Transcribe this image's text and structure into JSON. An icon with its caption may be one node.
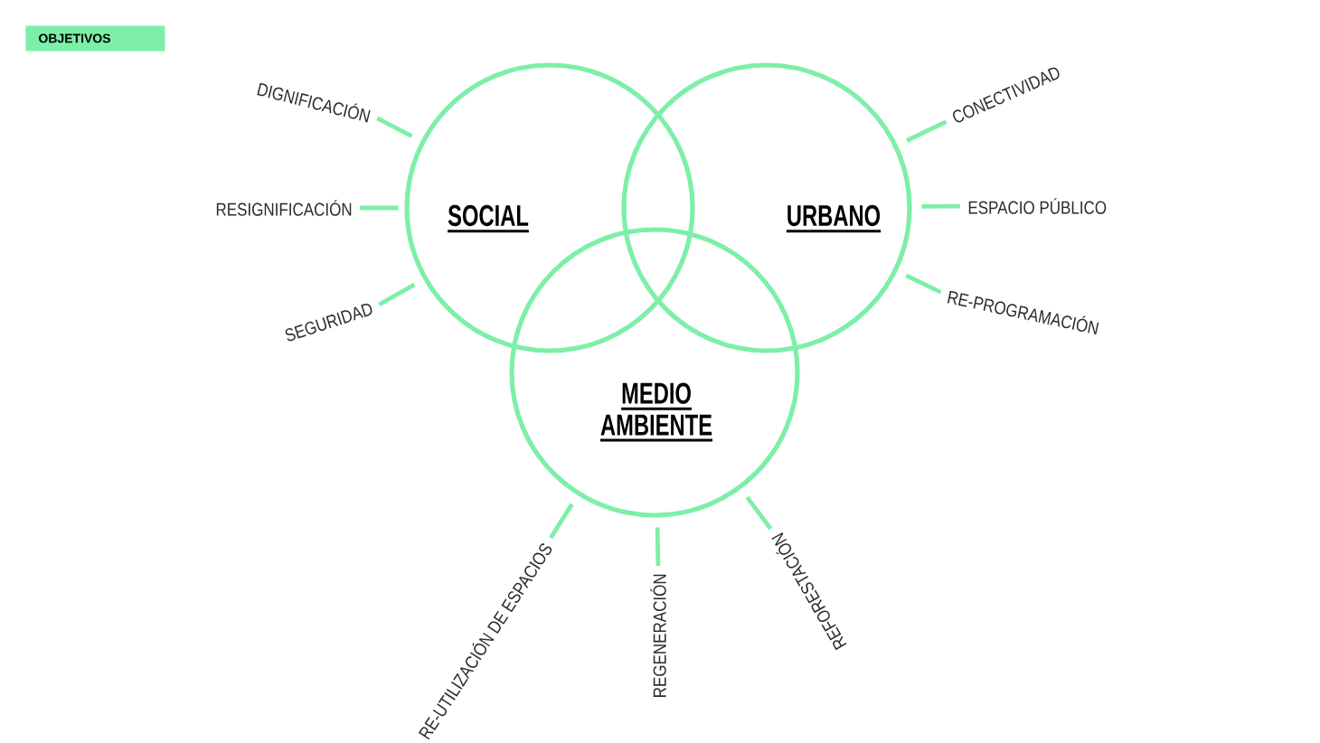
{
  "diagram": {
    "title": "OBJETIVOS",
    "nodes": [
      {
        "text": [
          "SOCIAL"
        ]
      },
      {
        "text": [
          "URBANO"
        ]
      },
      {
        "text": [
          "MEDIO AMBIENTE"
        ]
      },
      {
        "text": [
          "DIGNIFICACIÓN"
        ]
      },
      {
        "text": [
          "RESIGNIFICACIÓN"
        ]
      },
      {
        "text": [
          "SEGURIDAD"
        ]
      },
      {
        "text": [
          "CONECTIVIDAD"
        ]
      },
      {
        "text": [
          "ESPACIO PÚBLICO"
        ]
      },
      {
        "text": [
          "RE-PROGRAMACIÓN"
        ]
      },
      {
        "text": [
          "RE-UTILIZACIÓN DE ESPACIOS"
        ]
      },
      {
        "text": [
          "REGENERACIÓN"
        ]
      },
      {
        "text": [
          "REFORESTACIÓN"
        ]
      }
    ],
    "edges": [
      {
        "from": 3,
        "to": 0,
        "arrow": "none"
      },
      {
        "from": 4,
        "to": 0,
        "arrow": "none"
      },
      {
        "from": 5,
        "to": 0,
        "arrow": "none"
      },
      {
        "from": 6,
        "to": 1,
        "arrow": "none"
      },
      {
        "from": 7,
        "to": 1,
        "arrow": "none"
      },
      {
        "from": 8,
        "to": 1,
        "arrow": "none"
      },
      {
        "from": 9,
        "to": 2,
        "arrow": "none"
      },
      {
        "from": 10,
        "to": 2,
        "arrow": "none"
      },
      {
        "from": 11,
        "to": 2,
        "arrow": "none"
      }
    ]
  }
}
